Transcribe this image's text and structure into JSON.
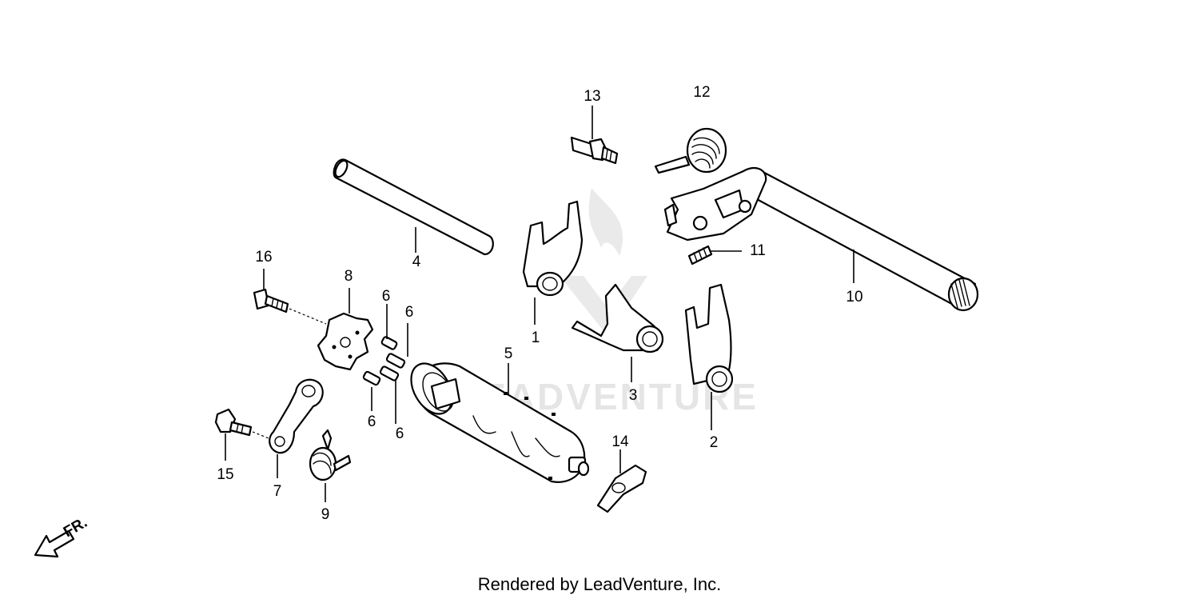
{
  "diagram": {
    "callouts": {
      "c1": "1",
      "c2": "2",
      "c3": "3",
      "c4": "4",
      "c5": "5",
      "c6a": "6",
      "c6b": "6",
      "c6c": "6",
      "c6d": "6",
      "c7": "7",
      "c8": "8",
      "c9": "9",
      "c10": "10",
      "c11": "11",
      "c12": "12",
      "c13": "13",
      "c14": "14",
      "c15": "15",
      "c16": "16"
    },
    "direction_label": "FR.",
    "watermark": "LEADVENTURE",
    "credit": "Rendered by LeadVenture, Inc."
  }
}
